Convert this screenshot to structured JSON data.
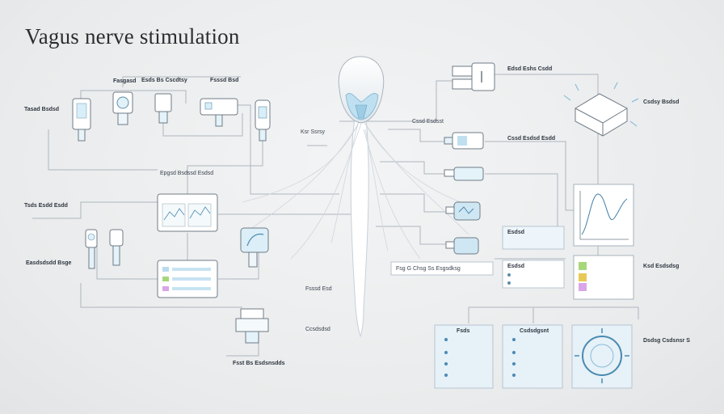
{
  "title": "Vagus nerve stimulation",
  "labels": {
    "l1": "Tasad Bsdsd",
    "l2": "Fasgasd",
    "l3": "Esds Bs Cscdtsy",
    "l4": "Fsssd Bsd",
    "l5": "Epgsd Bsdssd Esdsd",
    "l6": "Tsds Esdd Esdd",
    "l7": "Easdsdsdd Bsge",
    "l8": "Ksr Ssrsy",
    "l9": "Cssd Esdsst",
    "l10": "Edsd Eshs Csdd",
    "l11": "Cssd Esdsd Esdd",
    "l12": "Csdsy Bsdsd",
    "l13": "Fsg G Chsg Ss Esgsdksg",
    "l14": "Fsssd Esd",
    "l15": "Ccsdsdsd",
    "l16": "Fsst Bs Esdsnsdds",
    "l17": "Ksd Esdsdsg",
    "l18": "Dsdsg Csdsnsr S",
    "l19": "Fsds",
    "l20": "Csdsdgsnt",
    "l21": "Esdsd",
    "l22": "Esdsd"
  }
}
